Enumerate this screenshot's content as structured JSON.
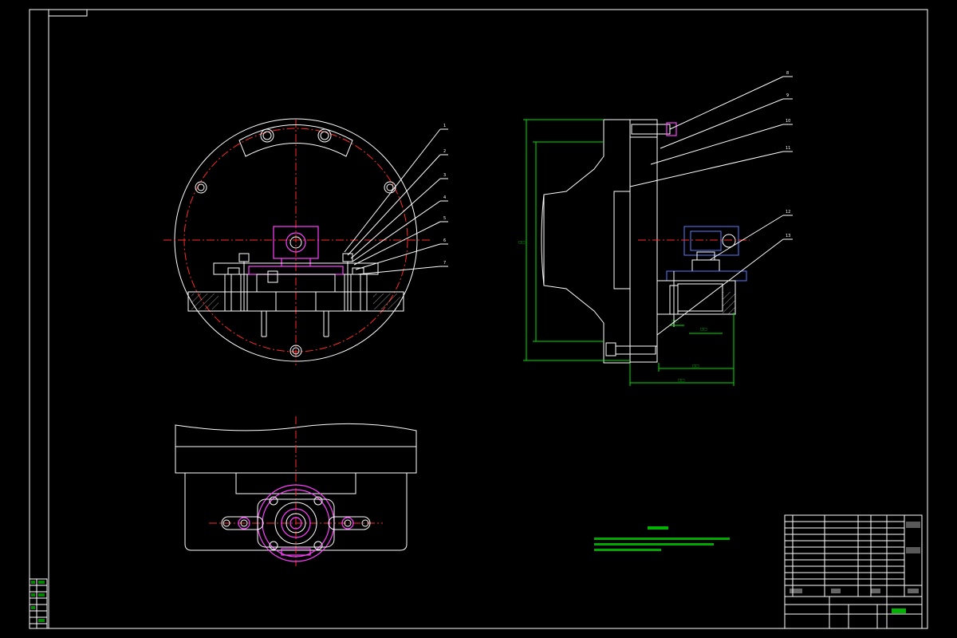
{
  "colors": {
    "background": "#000000",
    "outline": "#ffffff",
    "centerline": "#ff2a2a",
    "dimension": "#00e000",
    "highlight": "#ff40ff",
    "hidden": "#5a7dff"
  },
  "callouts_left": [
    "1",
    "2",
    "3",
    "4",
    "5",
    "6",
    "7"
  ],
  "callouts_right": [
    "8",
    "9",
    "10",
    "11",
    "12",
    "13"
  ]
}
